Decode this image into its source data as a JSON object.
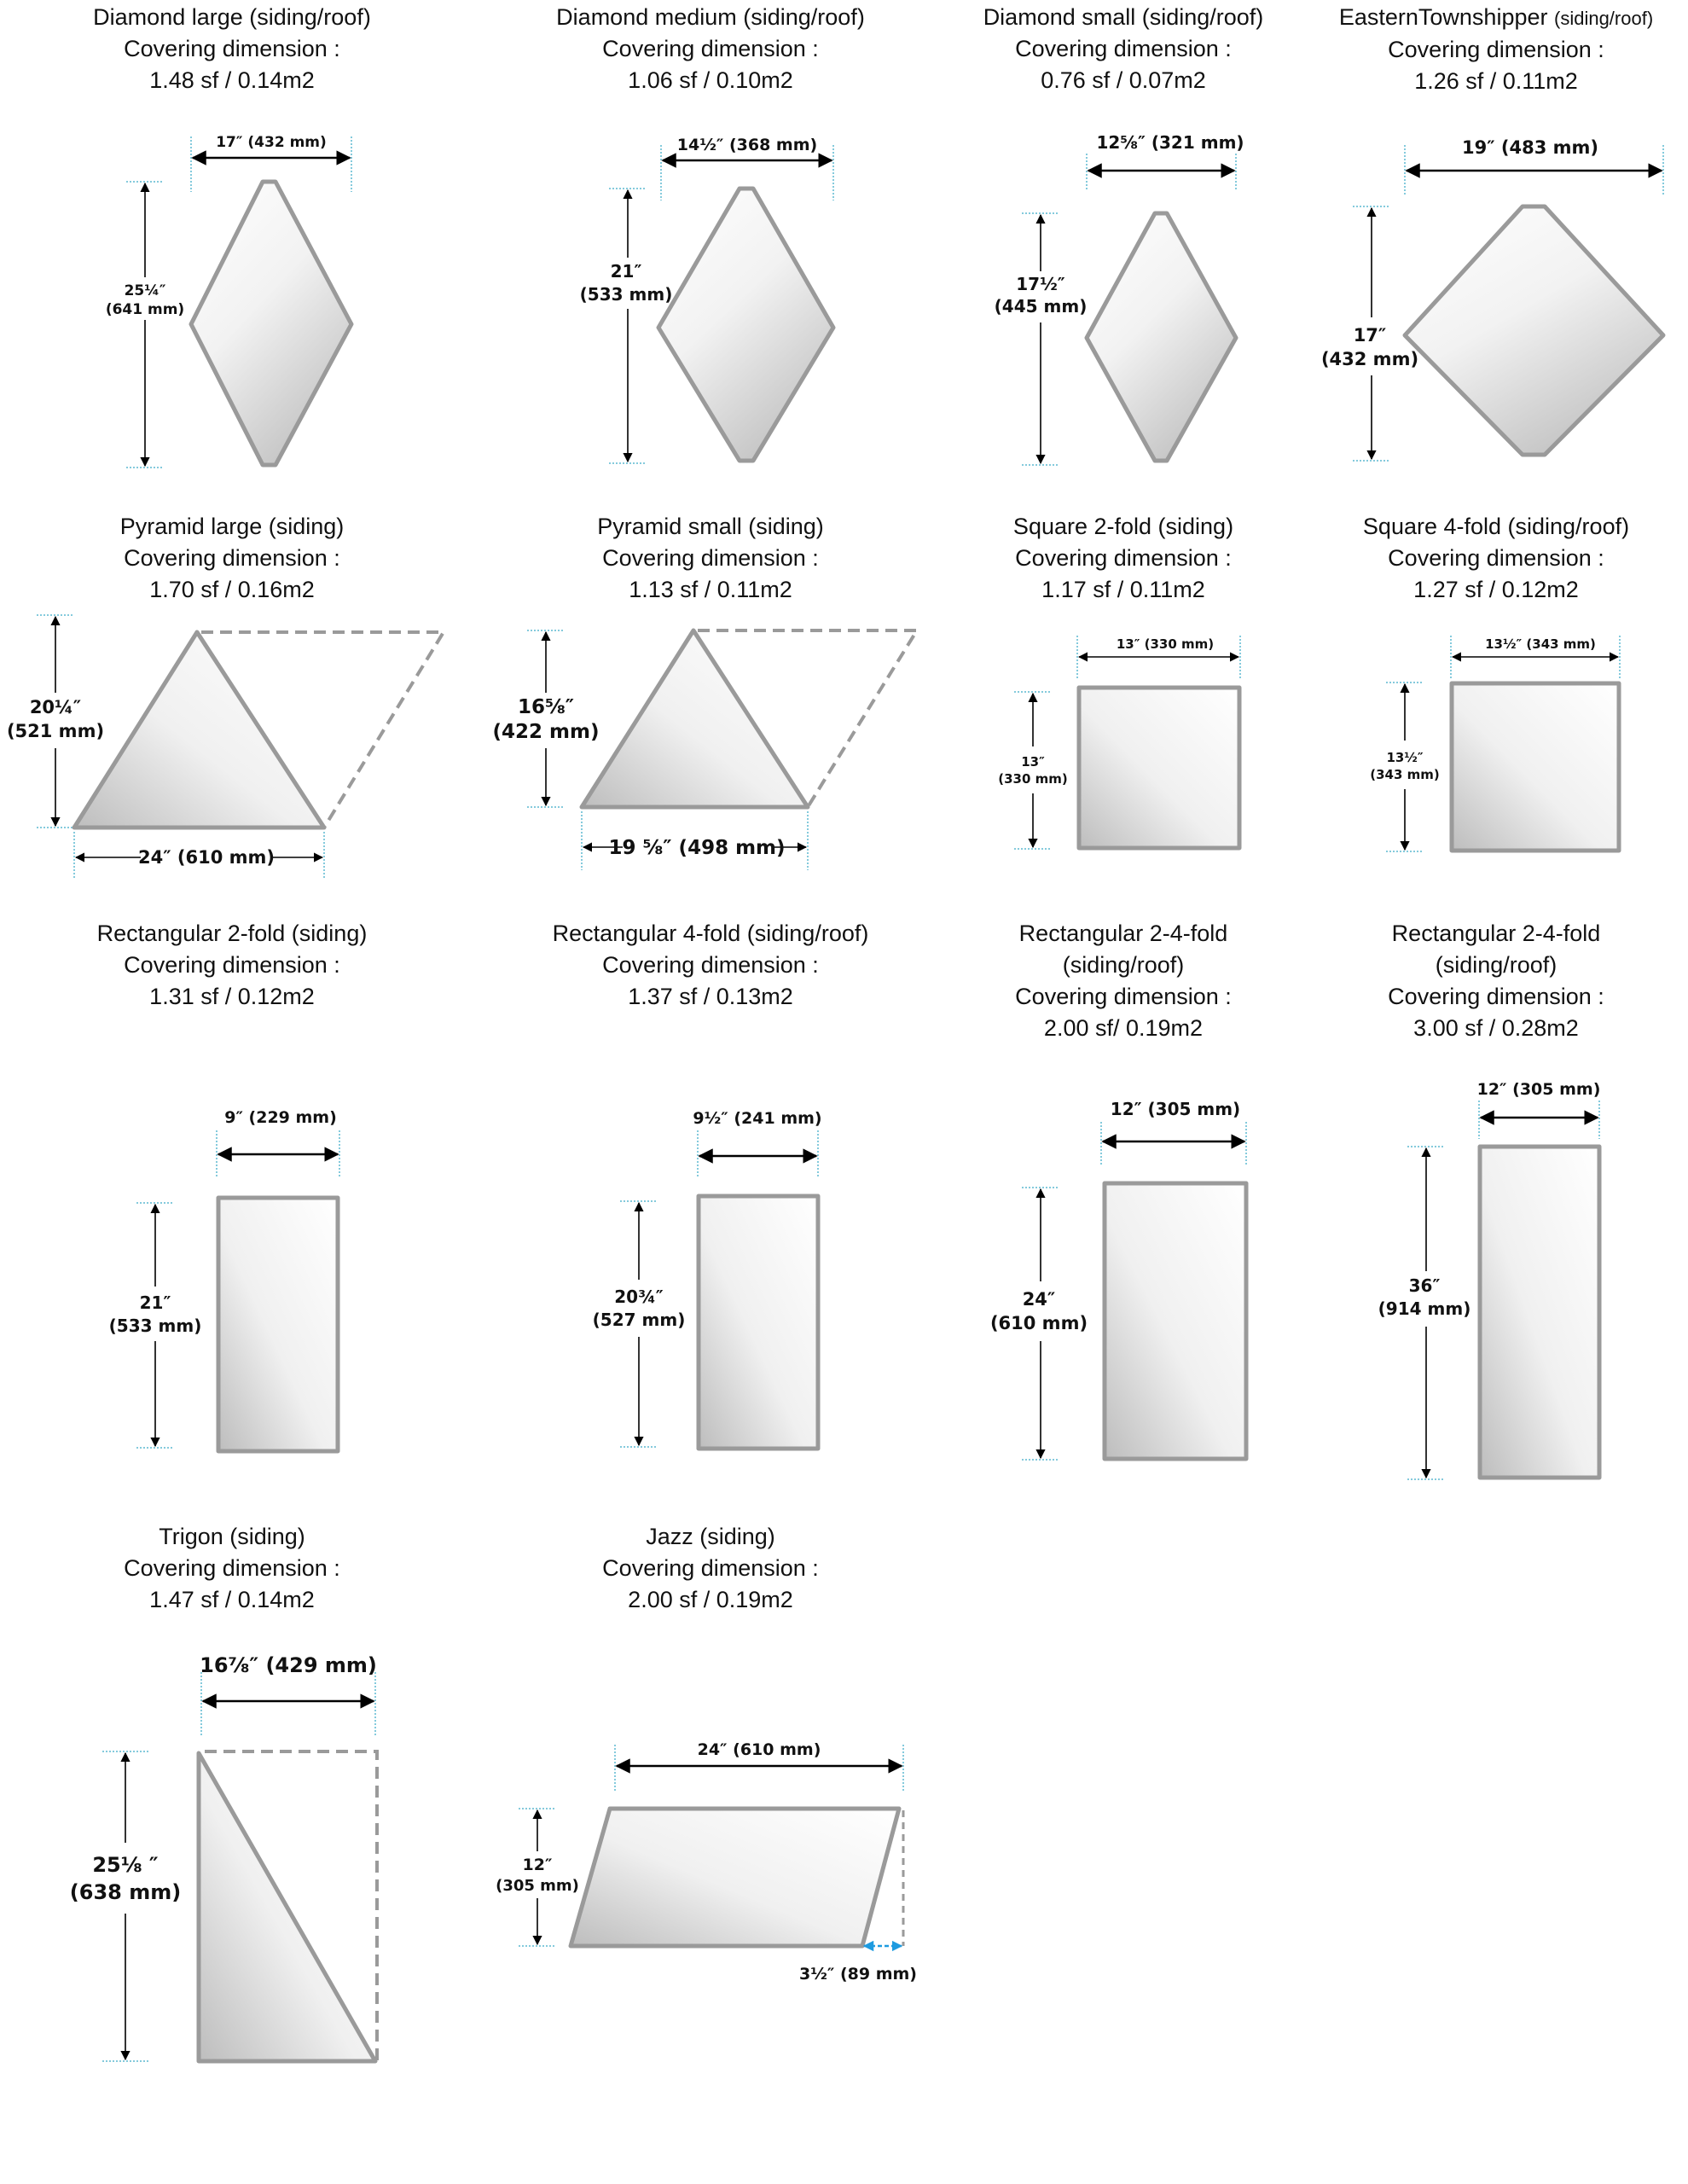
{
  "page": {
    "type": "tile shape reference sheet",
    "covering_label": "Covering dimension :"
  },
  "tiles": [
    {
      "id": "diamond-large",
      "name": "Diamond large (siding/roof)",
      "covering": "1.48 sf / 0.14m2",
      "width": "17″ (432 mm)",
      "height_in": "25¼″",
      "height_mm": "(641 mm)"
    },
    {
      "id": "diamond-medium",
      "name": "Diamond medium (siding/roof)",
      "covering": "1.06 sf / 0.10m2",
      "width": "14½″ (368 mm)",
      "height_in": "21″",
      "height_mm": "(533 mm)"
    },
    {
      "id": "diamond-small",
      "name": "Diamond small (siding/roof)",
      "covering": "0.76 sf / 0.07m2",
      "width": "12⅝″ (321 mm)",
      "height_in": "17½″",
      "height_mm": "(445 mm)"
    },
    {
      "id": "eastern-townshipper",
      "name": "EasternTownshipper",
      "name_suffix": "(siding/roof)",
      "covering": "1.26 sf / 0.11m2",
      "width": "19″ (483 mm)",
      "height_in": "17″",
      "height_mm": "(432 mm)"
    },
    {
      "id": "pyramid-large",
      "name": "Pyramid large (siding)",
      "covering": "1.70 sf / 0.16m2",
      "width": "24″ (610 mm)",
      "height_in": "20¼″",
      "height_mm": "(521 mm)"
    },
    {
      "id": "pyramid-small",
      "name": "Pyramid small (siding)",
      "covering": "1.13 sf / 0.11m2",
      "width": "19 ⅝″ (498 mm)",
      "height_in": "16⅝″",
      "height_mm": "(422 mm)"
    },
    {
      "id": "square-2-fold",
      "name": "Square 2-fold (siding)",
      "covering": "1.17 sf / 0.11m2",
      "width": "13″ (330 mm)",
      "height_in": "13″",
      "height_mm": "(330 mm)"
    },
    {
      "id": "square-4-fold",
      "name": "Square 4-fold (siding/roof)",
      "covering": "1.27 sf / 0.12m2",
      "width": "13½″ (343 mm)",
      "height_in": "13½″",
      "height_mm": "(343 mm)"
    },
    {
      "id": "rectangular-2-fold",
      "name": "Rectangular 2-fold (siding)",
      "covering": "1.31 sf / 0.12m2",
      "width": "9″ (229 mm)",
      "height_in": "21″",
      "height_mm": "(533 mm)"
    },
    {
      "id": "rectangular-4-fold",
      "name": "Rectangular 4-fold (siding/roof)",
      "covering": "1.37 sf / 0.13m2",
      "width": "9½″ (241 mm)",
      "height_in": "20¾″",
      "height_mm": "(527 mm)"
    },
    {
      "id": "rectangular-2-4-fold-a",
      "name": "Rectangular 2-4-fold",
      "name_line2": "(siding/roof)",
      "covering": "2.00 sf/ 0.19m2",
      "width": "12″ (305 mm)",
      "height_in": "24″",
      "height_mm": "(610 mm)"
    },
    {
      "id": "rectangular-2-4-fold-b",
      "name": "Rectangular 2-4-fold",
      "name_line2": "(siding/roof)",
      "covering": "3.00 sf / 0.28m2",
      "width": "12″ (305 mm)",
      "height_in": "36″",
      "height_mm": "(914 mm)"
    },
    {
      "id": "trigon",
      "name": "Trigon (siding)",
      "covering": "1.47 sf / 0.14m2",
      "width": "16⅞″ (429 mm)",
      "height_in": "25⅛ ″",
      "height_mm": "(638 mm)"
    },
    {
      "id": "jazz",
      "name": "Jazz (siding)",
      "covering": "2.00 sf / 0.19m2",
      "width": "24″ (610 mm)",
      "height_in": "12″",
      "height_mm": "(305 mm)",
      "offset": "3½″ (89 mm)"
    }
  ],
  "colors": {
    "tile_edge": "#9a9a9a",
    "tile_fill_light": "#ffffff",
    "tile_fill_dark": "#c9c9c9",
    "dimension_line": "#000000",
    "extension_line": "#5bb8d0",
    "offset_arrow": "#1e9be0"
  }
}
